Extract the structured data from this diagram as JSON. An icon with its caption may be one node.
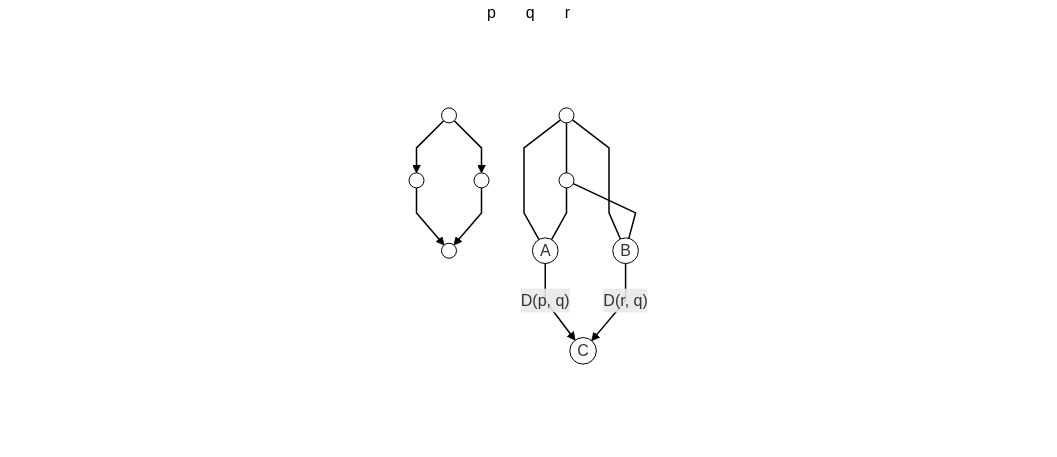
{
  "diagram": {
    "nodes": [
      {
        "text": [],
        "shape": "circle"
      },
      {
        "text": [],
        "shape": "circle"
      },
      {
        "text": [],
        "shape": "circle"
      },
      {
        "text": [],
        "shape": "circle"
      },
      {
        "text": [],
        "shape": "circle"
      },
      {
        "text": [],
        "shape": "circle"
      },
      {
        "text": [
          "A"
        ]
      },
      {
        "text": [
          "B"
        ]
      },
      {
        "text": [
          "C"
        ]
      }
    ],
    "edges": [
      {
        "from": 0,
        "to": 1,
        "arrow": "to"
      },
      {
        "from": 0,
        "to": 2,
        "arrow": "to"
      },
      {
        "from": 1,
        "to": 3,
        "arrow": "to"
      },
      {
        "from": 2,
        "to": 3,
        "arrow": "to"
      },
      {
        "from": 4,
        "to": 5,
        "arrow": "none"
      },
      {
        "from": 4,
        "to": 6,
        "arrow": "none"
      },
      {
        "from": 4,
        "to": 7,
        "arrow": "none"
      },
      {
        "from": 5,
        "to": 6,
        "arrow": "none"
      },
      {
        "from": 5,
        "to": 7,
        "arrow": "none"
      },
      {
        "from": 6,
        "to": 8,
        "label": "D(p, q)",
        "arrow": "to"
      },
      {
        "from": 7,
        "to": 8,
        "label": "D(r, q)",
        "arrow": "to"
      }
    ],
    "labels": [
      "p",
      "q",
      "r"
    ]
  }
}
